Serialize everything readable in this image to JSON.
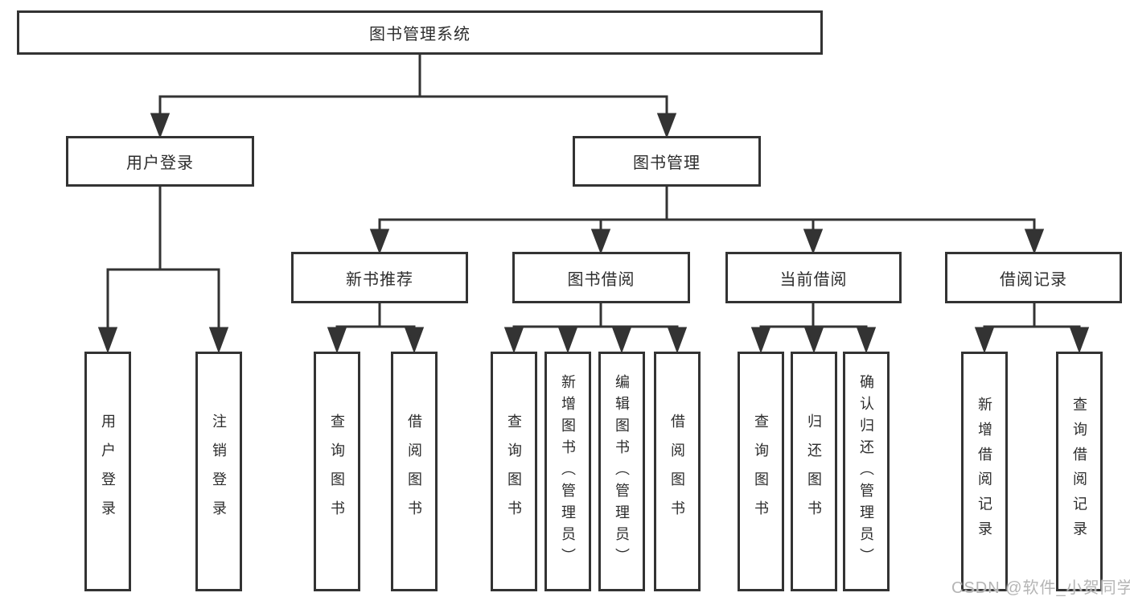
{
  "tree": {
    "root": {
      "label": "图书管理系统",
      "children": [
        {
          "label": "用户登录",
          "children": [
            {
              "label": "用户登录"
            },
            {
              "label": "注销登录"
            }
          ]
        },
        {
          "label": "图书管理",
          "children": [
            {
              "label": "新书推荐",
              "children": [
                {
                  "label": "查询图书"
                },
                {
                  "label": "借阅图书"
                }
              ]
            },
            {
              "label": "图书借阅",
              "children": [
                {
                  "label": "查询图书"
                },
                {
                  "label": "新增图书（管理员）"
                },
                {
                  "label": "编辑图书（管理员）"
                },
                {
                  "label": "借阅图书"
                }
              ]
            },
            {
              "label": "当前借阅",
              "children": [
                {
                  "label": "查询图书"
                },
                {
                  "label": "归还图书"
                },
                {
                  "label": "确认归还（管理员）"
                }
              ]
            },
            {
              "label": "借阅记录",
              "children": [
                {
                  "label": "新增借阅记录"
                },
                {
                  "label": "查询借阅记录"
                }
              ]
            }
          ]
        }
      ]
    }
  },
  "watermark": {
    "text": "CSDN @软件_小贺同学"
  },
  "colors": {
    "line": "#333333",
    "box_border": "#333333",
    "text": "#2d2d2d",
    "watermark": "#b5b5b5",
    "background": "#ffffff"
  }
}
